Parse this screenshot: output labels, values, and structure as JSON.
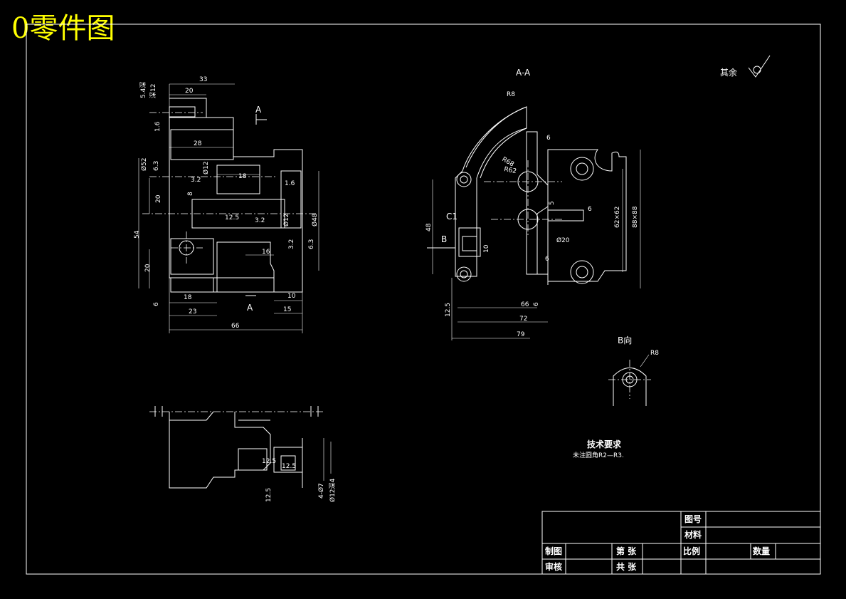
{
  "title": "0零件图",
  "roughness_note": "其余",
  "view_labels": {
    "section_aa": "A-A",
    "view_b": "B向",
    "arrow_a_top": "A",
    "arrow_a_bottom": "A",
    "arrow_b": "B",
    "chamfer": "C1"
  },
  "tech_requirements": {
    "heading": "技术要求",
    "text": "未注圆角R2—R3."
  },
  "front_view_dims": {
    "d33": "33",
    "d20": "20",
    "d28": "28",
    "d18a": "18",
    "d20b": "20",
    "d54": "54",
    "d20c": "20",
    "d6": "6",
    "d18b": "18",
    "d23": "23",
    "d66": "66",
    "d16": "16",
    "d10": "10",
    "d15": "15",
    "d8": "8",
    "phi52": "Ø52",
    "phi12a": "Ø12",
    "phi12b": "Ø12",
    "phi48": "Ø48",
    "r16": "1.6",
    "r63a": "6.3",
    "r32a": "3.2",
    "r16b": "1.6",
    "r125": "12.5",
    "r32b": "3.2",
    "r32c": "3.2",
    "r63b": "6.3",
    "thread1": "5.4深",
    "thread2": "深12"
  },
  "section_dims": {
    "r8": "R8",
    "d6a": "6",
    "r68": "R68",
    "r62": "R62",
    "d5": "5",
    "d6b": "6",
    "phi20": "Ø20",
    "d6c": "6",
    "d48": "48",
    "d10": "10",
    "d62x62": "62×62",
    "d88x88": "88×88",
    "d66": "66",
    "d6d": "6",
    "d72": "72",
    "d79": "79",
    "r125": "12.5"
  },
  "view_b_dims": {
    "r8": "R8"
  },
  "bottom_view_dims": {
    "r125a": "12.5",
    "r125b": "12.5",
    "r125c": "12.5",
    "thread": "4-Ø7",
    "note": "Ø12深4"
  },
  "title_block": {
    "drawing_no": "图号",
    "material": "材料",
    "drawn": "制图",
    "checked": "审核",
    "sheet": "第 张",
    "total": "共 张",
    "scale": "比例",
    "quantity": "数量"
  }
}
